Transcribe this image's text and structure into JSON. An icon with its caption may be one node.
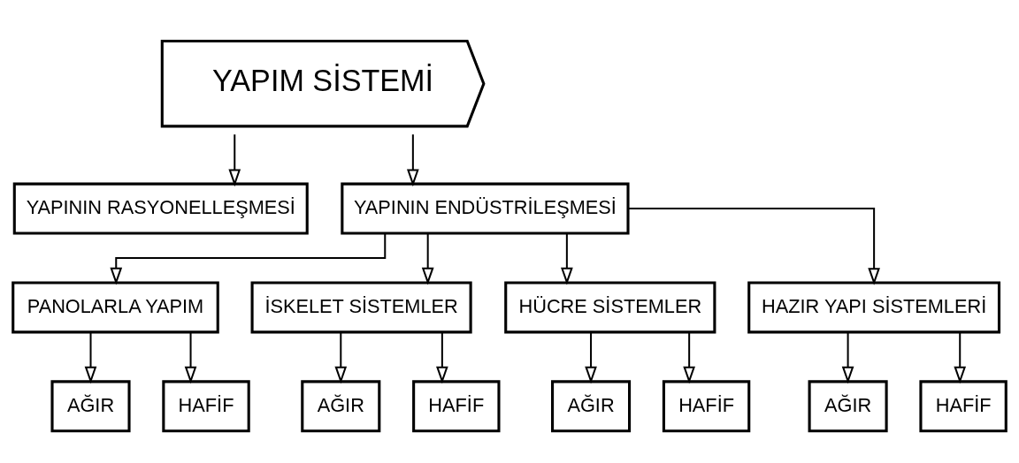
{
  "diagram": {
    "nodes": [
      {
        "text": [
          "YAPIM SİSTEMİ"
        ]
      },
      {
        "text": [
          "YAPININ RASYONELLEŞMESİ"
        ]
      },
      {
        "text": [
          "YAPININ ENDÜSTRİLEŞMESİ"
        ]
      },
      {
        "text": [
          "PANOLARLA YAPIM"
        ]
      },
      {
        "text": [
          "İSKELET SİSTEMLER"
        ]
      },
      {
        "text": [
          "HÜCRE SİSTEMLER"
        ]
      },
      {
        "text": [
          "HAZIR YAPI SİSTEMLERİ"
        ]
      },
      {
        "text": [
          "AĞIR"
        ]
      },
      {
        "text": [
          "HAFİF"
        ]
      },
      {
        "text": [
          "AĞIR"
        ]
      },
      {
        "text": [
          "HAFİF"
        ]
      },
      {
        "text": [
          "AĞIR"
        ]
      },
      {
        "text": [
          "HAFİF"
        ]
      },
      {
        "text": [
          "AĞIR"
        ]
      },
      {
        "text": [
          "HAFİF"
        ]
      }
    ],
    "edges": [
      {
        "from": 0,
        "to": 1,
        "arrow": "to"
      },
      {
        "from": 0,
        "to": 2,
        "arrow": "to"
      },
      {
        "from": 2,
        "to": 3,
        "arrow": "to"
      },
      {
        "from": 2,
        "to": 4,
        "arrow": "to"
      },
      {
        "from": 2,
        "to": 5,
        "arrow": "to"
      },
      {
        "from": 2,
        "to": 6,
        "arrow": "to"
      },
      {
        "from": 3,
        "to": 7,
        "arrow": "to"
      },
      {
        "from": 3,
        "to": 8,
        "arrow": "to"
      },
      {
        "from": 4,
        "to": 9,
        "arrow": "to"
      },
      {
        "from": 4,
        "to": 10,
        "arrow": "to"
      },
      {
        "from": 5,
        "to": 11,
        "arrow": "to"
      },
      {
        "from": 5,
        "to": 12,
        "arrow": "to"
      },
      {
        "from": 6,
        "to": 13,
        "arrow": "to"
      },
      {
        "from": 6,
        "to": 14,
        "arrow": "to"
      }
    ]
  }
}
